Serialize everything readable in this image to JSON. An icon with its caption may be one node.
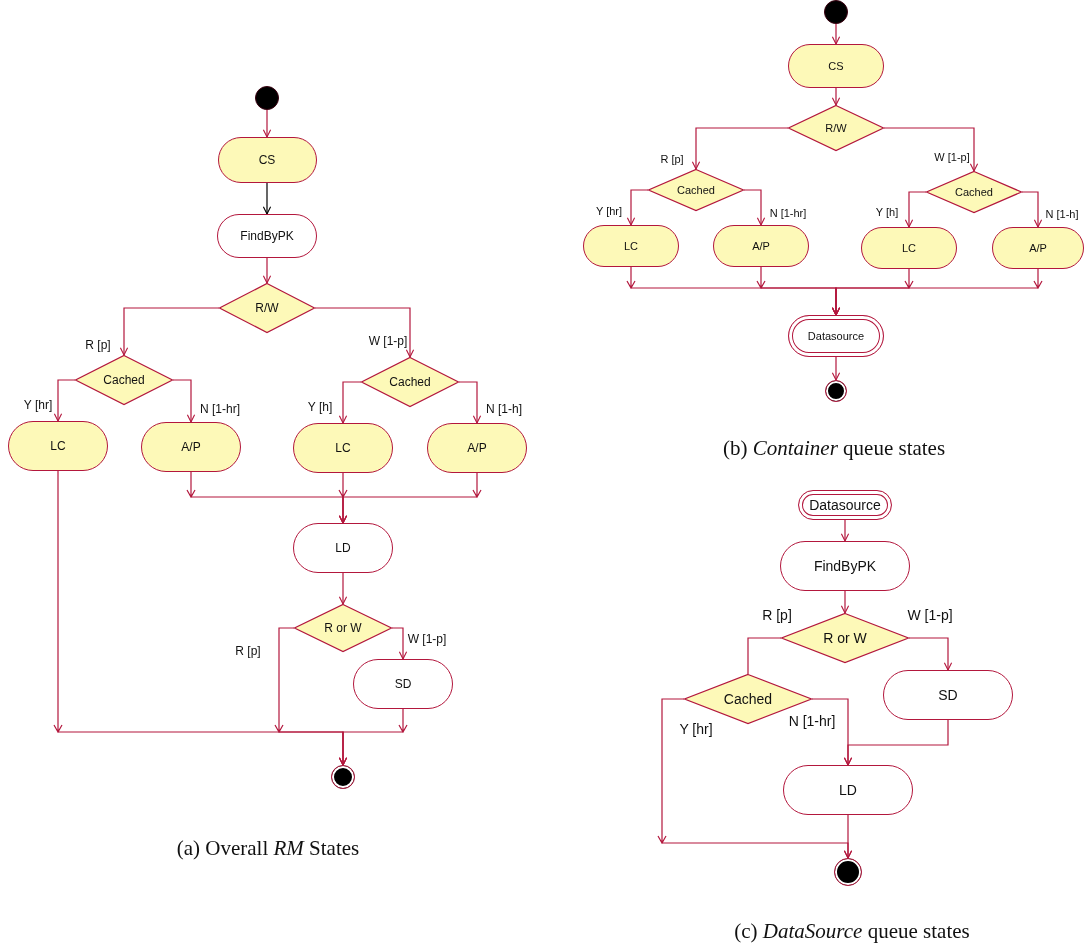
{
  "diagram": {
    "nodes": [
      {
        "text": [],
        "shape": "circle"
      },
      {
        "text": [
          "CS"
        ]
      },
      {
        "text": [
          "FindByPK"
        ]
      },
      {
        "text": [
          "R/W"
        ]
      },
      {
        "text": [
          "Cached"
        ]
      },
      {
        "text": [
          "Cached"
        ]
      },
      {
        "text": [
          "LC"
        ]
      },
      {
        "text": [
          "A/P"
        ]
      },
      {
        "text": [
          "LC"
        ]
      },
      {
        "text": [
          "A/P"
        ]
      },
      {
        "text": [
          "LD"
        ]
      },
      {
        "text": [
          "R or W"
        ]
      },
      {
        "text": [
          "SD"
        ]
      },
      {
        "text": [],
        "shape": "circle"
      },
      {
        "text": [],
        "shape": "circle"
      },
      {
        "text": [
          "CS"
        ]
      },
      {
        "text": [
          "R/W"
        ]
      },
      {
        "text": [
          "Cached"
        ]
      },
      {
        "text": [
          "Cached"
        ]
      },
      {
        "text": [
          "LC"
        ]
      },
      {
        "text": [
          "A/P"
        ]
      },
      {
        "text": [
          "LC"
        ]
      },
      {
        "text": [
          "A/P"
        ]
      },
      {
        "text": [
          "Datasource"
        ]
      },
      {
        "text": [],
        "shape": "circle"
      },
      {
        "text": [
          "Datasource"
        ]
      },
      {
        "text": [
          "FindByPK"
        ]
      },
      {
        "text": [
          "R or W"
        ]
      },
      {
        "text": [
          "Cached"
        ]
      },
      {
        "text": [
          "SD"
        ]
      },
      {
        "text": [
          "LD"
        ]
      },
      {
        "text": [],
        "shape": "circle"
      }
    ],
    "edges": [
      {
        "from": 0,
        "to": 1,
        "arrow": "to"
      },
      {
        "from": 1,
        "to": 2,
        "arrow": "to",
        "color": "#000000"
      },
      {
        "from": 2,
        "to": 3,
        "arrow": "to"
      },
      {
        "from": 3,
        "to": 4,
        "arrow": "to",
        "label": "R [p]"
      },
      {
        "from": 3,
        "to": 5,
        "arrow": "to",
        "label": "W [1-p]"
      },
      {
        "from": 4,
        "to": 6,
        "arrow": "to",
        "label": "Y [hr]"
      },
      {
        "from": 4,
        "to": 7,
        "arrow": "to",
        "label": "N [1-hr]"
      },
      {
        "from": 5,
        "to": 8,
        "arrow": "to",
        "label": "Y [h]"
      },
      {
        "from": 5,
        "to": 9,
        "arrow": "to",
        "label": "N [1-h]"
      },
      {
        "from": 7,
        "to": 10,
        "arrow": "to"
      },
      {
        "from": 8,
        "to": 10,
        "arrow": "to"
      },
      {
        "from": 9,
        "to": 10,
        "arrow": "to"
      },
      {
        "from": 6,
        "to": 13,
        "arrow": "to"
      },
      {
        "from": 10,
        "to": 11,
        "arrow": "to"
      },
      {
        "from": 11,
        "to": 13,
        "arrow": "to",
        "label": "R [p]"
      },
      {
        "from": 11,
        "to": 12,
        "arrow": "to",
        "label": "W [1-p]"
      },
      {
        "from": 12,
        "to": 13,
        "arrow": "to"
      },
      {
        "from": 14,
        "to": 15,
        "arrow": "to"
      },
      {
        "from": 15,
        "to": 16,
        "arrow": "to"
      },
      {
        "from": 16,
        "to": 17,
        "arrow": "to",
        "label": "R [p]"
      },
      {
        "from": 16,
        "to": 18,
        "arrow": "to",
        "label": "W [1-p]"
      },
      {
        "from": 17,
        "to": 19,
        "arrow": "to",
        "label": "Y [hr]"
      },
      {
        "from": 17,
        "to": 20,
        "arrow": "to",
        "label": "N [1-hr]"
      },
      {
        "from": 18,
        "to": 21,
        "arrow": "to",
        "label": "Y [h]"
      },
      {
        "from": 18,
        "to": 22,
        "arrow": "to",
        "label": "N [1-h]"
      },
      {
        "from": 19,
        "to": 23,
        "arrow": "to"
      },
      {
        "from": 20,
        "to": 23,
        "arrow": "to"
      },
      {
        "from": 21,
        "to": 23,
        "arrow": "to"
      },
      {
        "from": 22,
        "to": 23,
        "arrow": "to"
      },
      {
        "from": 23,
        "to": 24,
        "arrow": "to"
      },
      {
        "from": 25,
        "to": 26,
        "arrow": "to"
      },
      {
        "from": 26,
        "to": 27,
        "arrow": "to"
      },
      {
        "from": 27,
        "to": 28,
        "arrow": "none",
        "label": "R [p]"
      },
      {
        "from": 27,
        "to": 29,
        "arrow": "to",
        "label": "W [1-p]"
      },
      {
        "from": 28,
        "to": 30,
        "arrow": "to",
        "label": "N [1-hr]"
      },
      {
        "from": 29,
        "to": 30,
        "arrow": "to"
      },
      {
        "from": 28,
        "to": 31,
        "arrow": "to",
        "label": "Y [hr]"
      },
      {
        "from": 30,
        "to": 31,
        "arrow": "to"
      }
    ],
    "labels": [
      "(a) Overall *RM* States",
      "(b) *Container* queue states",
      "(c) *DataSource* queue states"
    ]
  }
}
